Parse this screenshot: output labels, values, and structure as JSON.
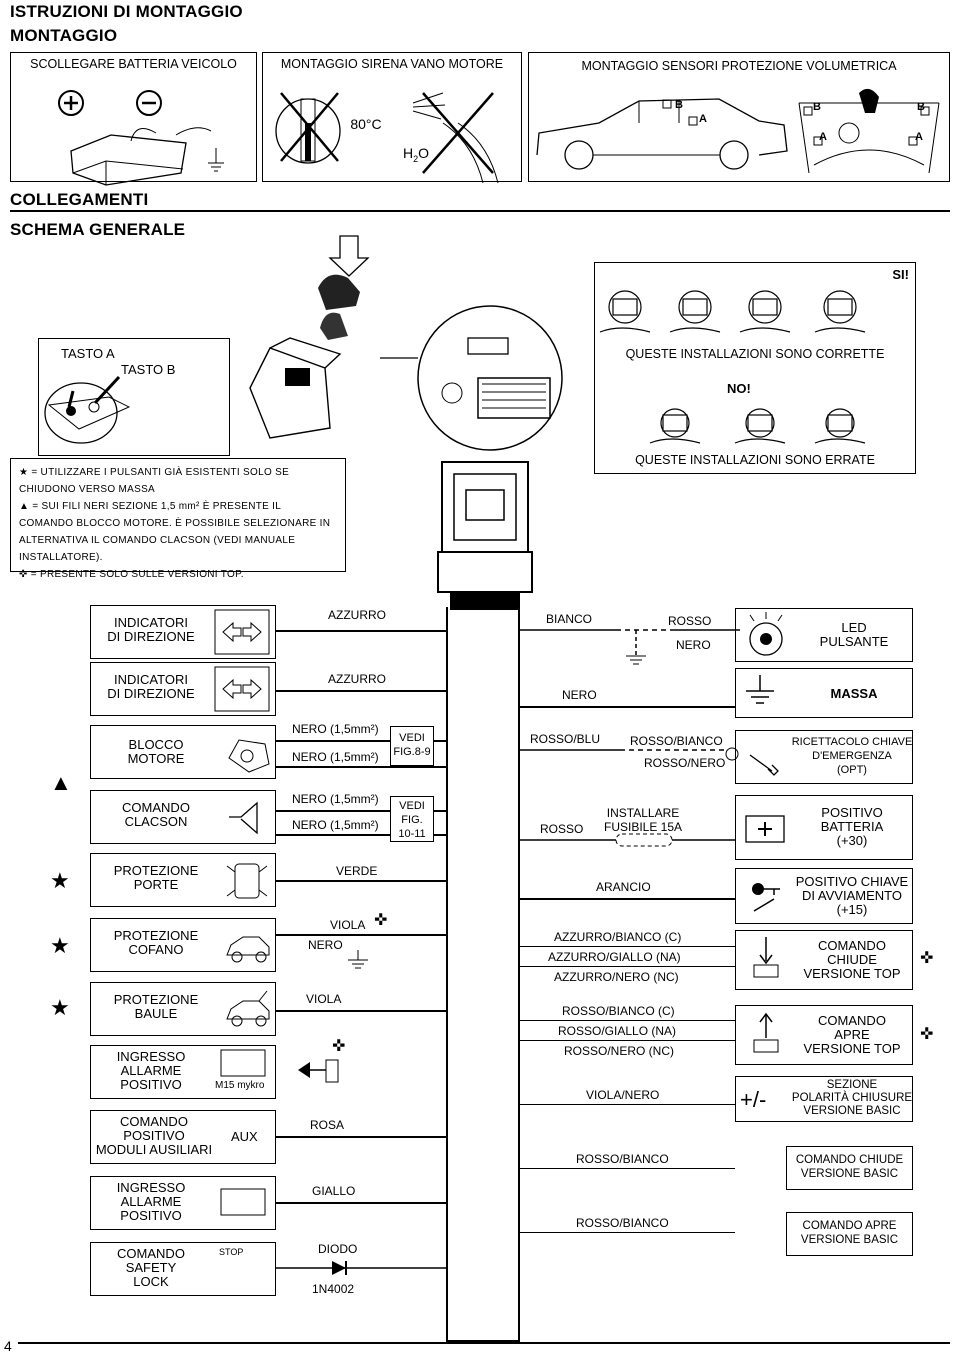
{
  "header": {
    "title1": "ISTRUZIONI DI MONTAGGIO",
    "title2": "MONTAGGIO",
    "panels": [
      "SCOLLEGARE BATTERIA VEICOLO",
      "MONTAGGIO SIRENA VANO MOTORE",
      "MONTAGGIO SENSORI PROTEZIONE VOLUMETRICA"
    ],
    "battery_plus": "+",
    "battery_minus": "-",
    "temp": "80°C",
    "water": "H",
    "water_sub": "2",
    "water_end": "O",
    "car_b": "B",
    "car_a": "A"
  },
  "section": {
    "title1": "COLLEGAMENTI",
    "title2": "SCHEMA GENERALE"
  },
  "remote": {
    "tasto_a": "TASTO A",
    "tasto_b": "TASTO B"
  },
  "install": {
    "si": "SI!",
    "correct": "QUESTE INSTALLAZIONI SONO CORRETTE",
    "no": "NO!",
    "wrong": "QUESTE INSTALLAZIONI SONO ERRATE"
  },
  "legend": {
    "star": "★ = UTILIZZARE I PULSANTI GIÀ ESISTENTI SOLO SE CHIUDONO VERSO MASSA",
    "tri": "▲ = SUI FILI NERI SEZIONE 1,5 mm² È PRESENTE IL COMANDO BLOCCO MOTORE. È POSSIBILE SELEZIONARE IN ALTERNATIVA IL COMANDO CLACSON (VEDI MANUALE INSTALLATORE).",
    "cross": "✜ = PRESENTE SOLO SULLE VERSIONI TOP."
  },
  "left": [
    {
      "label": "INDICATORI\nDI DIREZIONE",
      "wire": "AZZURRO"
    },
    {
      "label": "INDICATORI\nDI DIREZIONE",
      "wire": "AZZURRO"
    },
    {
      "label": "BLOCCO\nMOTORE",
      "wire1": "NERO (1,5mm²)",
      "wire2": "NERO (1,5mm²)",
      "ref": "VEDI\nFIG.8-9"
    },
    {
      "label": "COMANDO\nCLACSON",
      "wire1": "NERO (1,5mm²)",
      "wire2": "NERO (1,5mm²)",
      "ref": "VEDI\nFIG.\n10-11"
    },
    {
      "label": "PROTEZIONE\nPORTE",
      "wire": "VERDE"
    },
    {
      "label": "PROTEZIONE\nCOFANO",
      "wire1": "VIOLA",
      "wire2": "NERO"
    },
    {
      "label": "PROTEZIONE\nBAULE",
      "wire": "VIOLA"
    },
    {
      "label": "INGRESSO\nALLARME\nPOSITIVO",
      "tag": "M15 mykro"
    },
    {
      "label": "COMANDO\nPOSITIVO\nMODULI AUSILIARI",
      "tag": "AUX",
      "wire": "ROSA"
    },
    {
      "label": "INGRESSO\nALLARME\nPOSITIVO",
      "wire": "GIALLO"
    },
    {
      "label": "COMANDO\nSAFETY\nLOCK",
      "tag": "STOP",
      "wire1": "DIODO",
      "wire2": "1N4002"
    }
  ],
  "right": [
    {
      "wire1": "BIANCO",
      "wire2": "ROSSO",
      "wire3": "NERO",
      "label": "LED\nPULSANTE"
    },
    {
      "wire": "NERO",
      "label": "MASSA"
    },
    {
      "wire1": "ROSSO/BLU",
      "wire2": "ROSSO/BIANCO",
      "wire3": "ROSSO/NERO",
      "label": "RICETTACOLO CHIAVE\nD'EMERGENZA\n(OPT)"
    },
    {
      "wire1": "ROSSO",
      "wire2": "INSTALLARE\nFUSIBILE 15A",
      "label": "POSITIVO\nBATTERIA\n(+30)"
    },
    {
      "wire": "ARANCIO",
      "label": "POSITIVO CHIAVE\nDI AVVIAMENTO\n(+15)"
    },
    {
      "wire1": "AZZURRO/BIANCO (C)",
      "wire2": "AZZURRO/GIALLO (NA)",
      "wire3": "AZZURRO/NERO (NC)",
      "label": "COMANDO\nCHIUDE\nVERSIONE TOP"
    },
    {
      "wire1": "ROSSO/BIANCO (C)",
      "wire2": "ROSSO/GIALLO (NA)",
      "wire3": "ROSSO/NERO (NC)",
      "label": "COMANDO\nAPRE\nVERSIONE TOP"
    },
    {
      "wire": "VIOLA/NERO",
      "icon": "+/-",
      "label": "SEZIONE\nPOLARITÀ CHIUSURE\nVERSIONE BASIC"
    },
    {
      "wire": "ROSSO/BIANCO",
      "label": "COMANDO CHIUDE\nVERSIONE BASIC"
    },
    {
      "wire": "ROSSO/BIANCO",
      "label": "COMANDO APRE\nVERSIONE BASIC"
    }
  ],
  "page_number": "4"
}
